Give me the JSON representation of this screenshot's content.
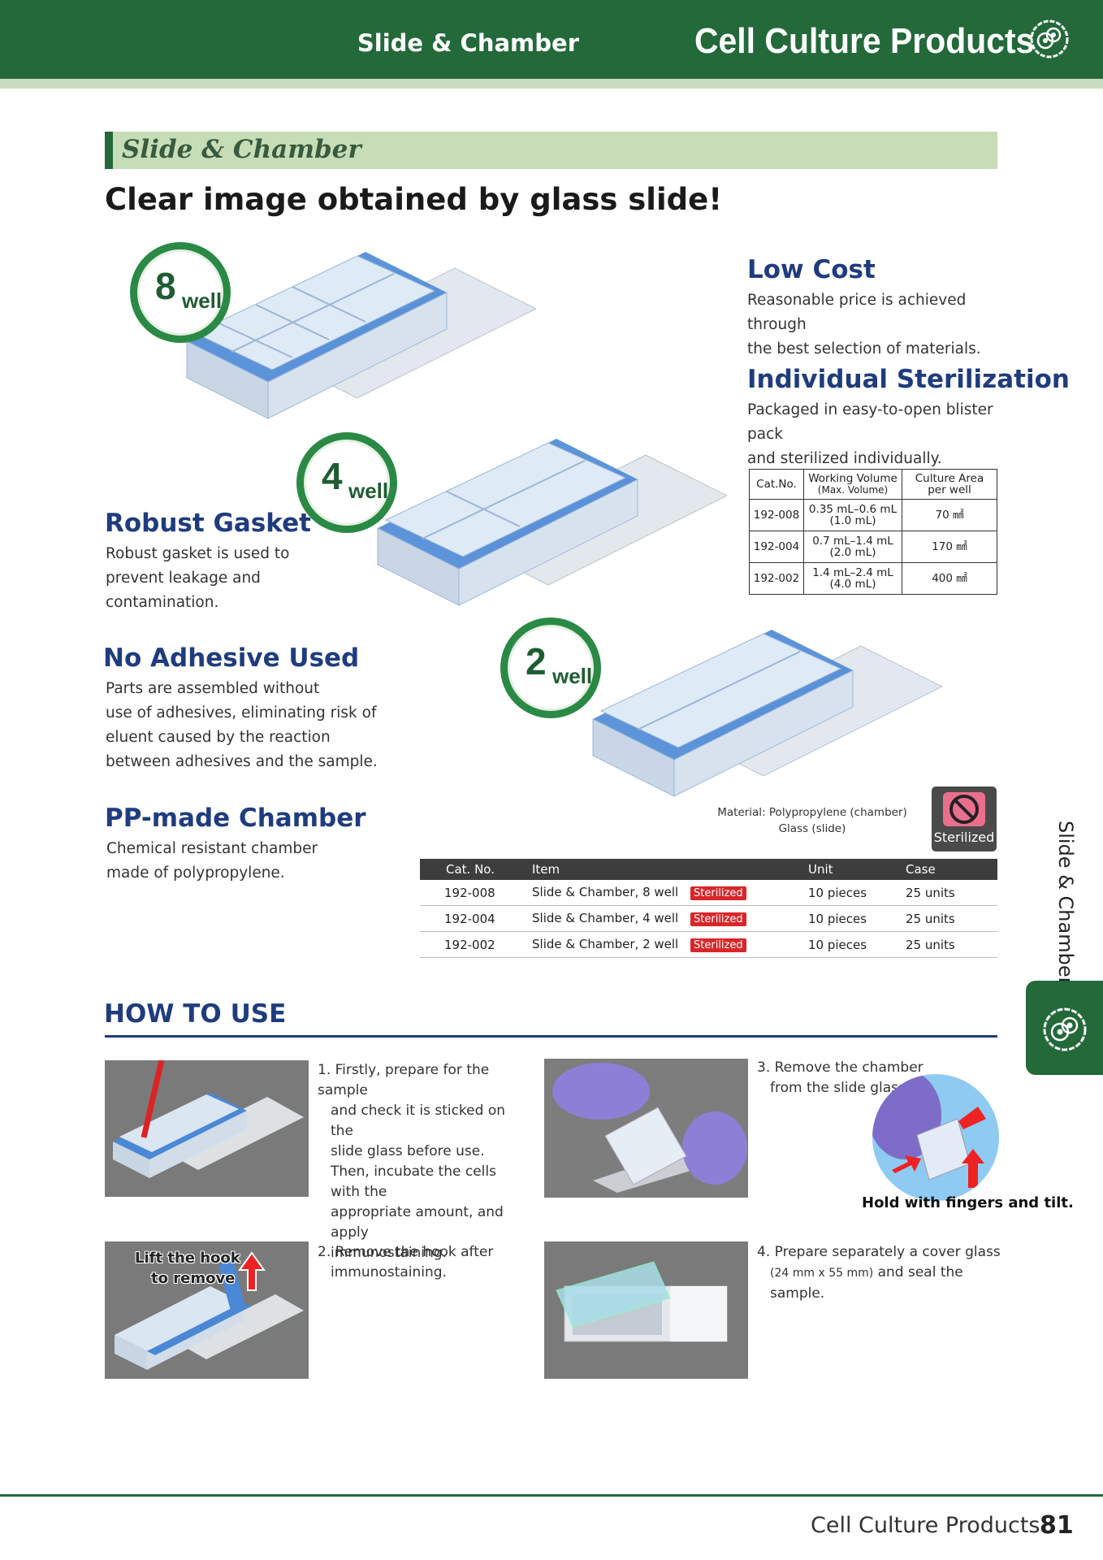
{
  "header": {
    "section": "Slide & Chamber",
    "title": "Cell Culture Products",
    "brand_color": "#23693a"
  },
  "banner": {
    "title": "Slide & Chamber"
  },
  "headline": "Clear image obtained by glass slide!",
  "badges": [
    {
      "num": "8",
      "word": "well"
    },
    {
      "num": "4",
      "word": "well"
    },
    {
      "num": "2",
      "word": "well"
    }
  ],
  "features": {
    "low_cost": {
      "title": "Low Cost",
      "text": [
        "Reasonable price is achieved through",
        "the best selection of materials."
      ]
    },
    "sterilization": {
      "title": "Individual Sterilization",
      "text": [
        "Packaged in easy-to-open blister pack",
        "and sterilized individually."
      ]
    },
    "gasket": {
      "title": "Robust Gasket",
      "text": [
        "Robust gasket is used to",
        "prevent leakage and",
        "contamination."
      ]
    },
    "adhesive": {
      "title": "No Adhesive Used",
      "text": [
        "Parts are assembled without",
        "use of adhesives, eliminating risk of",
        "eluent caused by the reaction",
        "between adhesives and the sample."
      ]
    },
    "pp": {
      "title": "PP-made Chamber",
      "text": [
        "Chemical resistant chamber",
        "made of polypropylene."
      ]
    }
  },
  "spec_table": {
    "headers": [
      "Cat.No.",
      "Working Volume",
      "(Max. Volume)",
      "Culture Area",
      "per well"
    ],
    "rows": [
      {
        "cat": "192-008",
        "vol": "0.35 mL–0.6 mL",
        "max": "(1.0 mL)",
        "area": "70 ㎟"
      },
      {
        "cat": "192-004",
        "vol": "0.7 mL–1.4 mL",
        "max": "(2.0 mL)",
        "area": "170 ㎟"
      },
      {
        "cat": "192-002",
        "vol": "1.4 mL–2.4 mL",
        "max": "(4.0 mL)",
        "area": "400 ㎟"
      }
    ]
  },
  "material": {
    "line1": "Material: Polypropylene (chamber)",
    "line2": "Glass (slide)"
  },
  "sterilized_badge": "Sterilized",
  "order_table": {
    "headers": [
      "Cat. No.",
      "Item",
      "Unit",
      "Case"
    ],
    "rows": [
      {
        "cat": "192-008",
        "item": "Slide & Chamber, 8 well",
        "tag": "Sterilized",
        "unit": "10 pieces",
        "case": "25 units"
      },
      {
        "cat": "192-004",
        "item": "Slide & Chamber, 4 well",
        "tag": "Sterilized",
        "unit": "10 pieces",
        "case": "25 units"
      },
      {
        "cat": "192-002",
        "item": "Slide & Chamber, 2 well",
        "tag": "Sterilized",
        "unit": "10 pieces",
        "case": "25 units"
      }
    ]
  },
  "howto": {
    "title": "HOW TO USE",
    "step1": [
      "1. Firstly, prepare for the sample",
      "and check it is sticked on the",
      "slide glass before use.",
      "Then, incubate the cells with the",
      "appropriate amount, and apply",
      "immunostaining."
    ],
    "step2": [
      "2. Remove the hook after",
      "immunostaining."
    ],
    "step2_overlay": [
      "Lift the hook",
      "to remove"
    ],
    "step3": [
      "3. Remove the chamber",
      "from the slide glass."
    ],
    "step3_caption": "Hold with fingers and tilt.",
    "step4": [
      "4. Prepare separately a cover glass",
      "(24 mm x 55 mm)",
      "and seal the sample."
    ]
  },
  "side_label": "Slide & Chamber",
  "footer": {
    "text": "Cell Culture Products",
    "page": "81"
  }
}
